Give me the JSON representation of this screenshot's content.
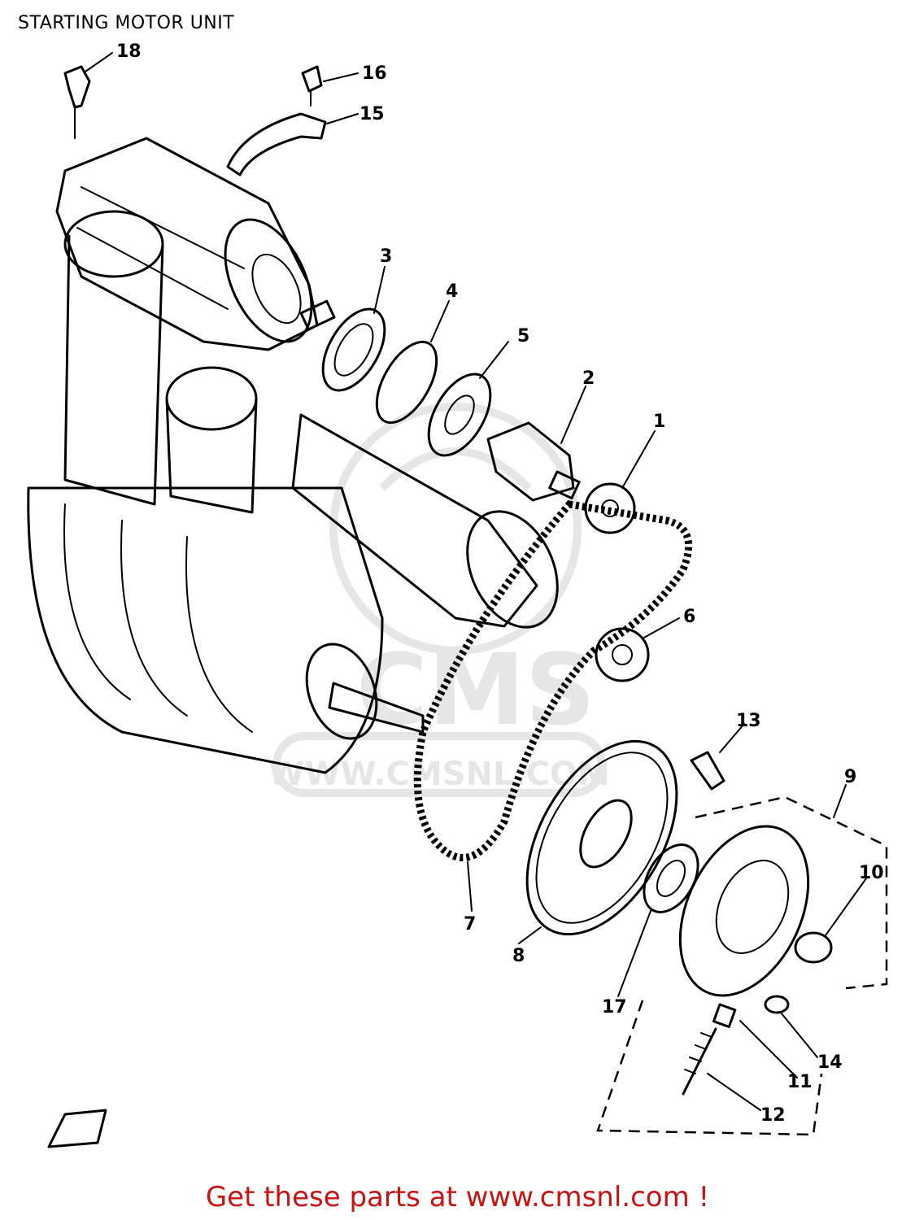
{
  "title": "STARTING MOTOR UNIT",
  "footer": {
    "text": "Get these parts at www.cmsnl.com !",
    "color": "#cc1111"
  },
  "watermark": {
    "brand": "CMS",
    "url": "WWW.CMSNL.COM",
    "color": "#e6e6e6"
  },
  "callouts": [
    "1",
    "2",
    "3",
    "4",
    "5",
    "6",
    "7",
    "8",
    "9",
    "10",
    "11",
    "12",
    "13",
    "14",
    "15",
    "16",
    "17",
    "18"
  ]
}
